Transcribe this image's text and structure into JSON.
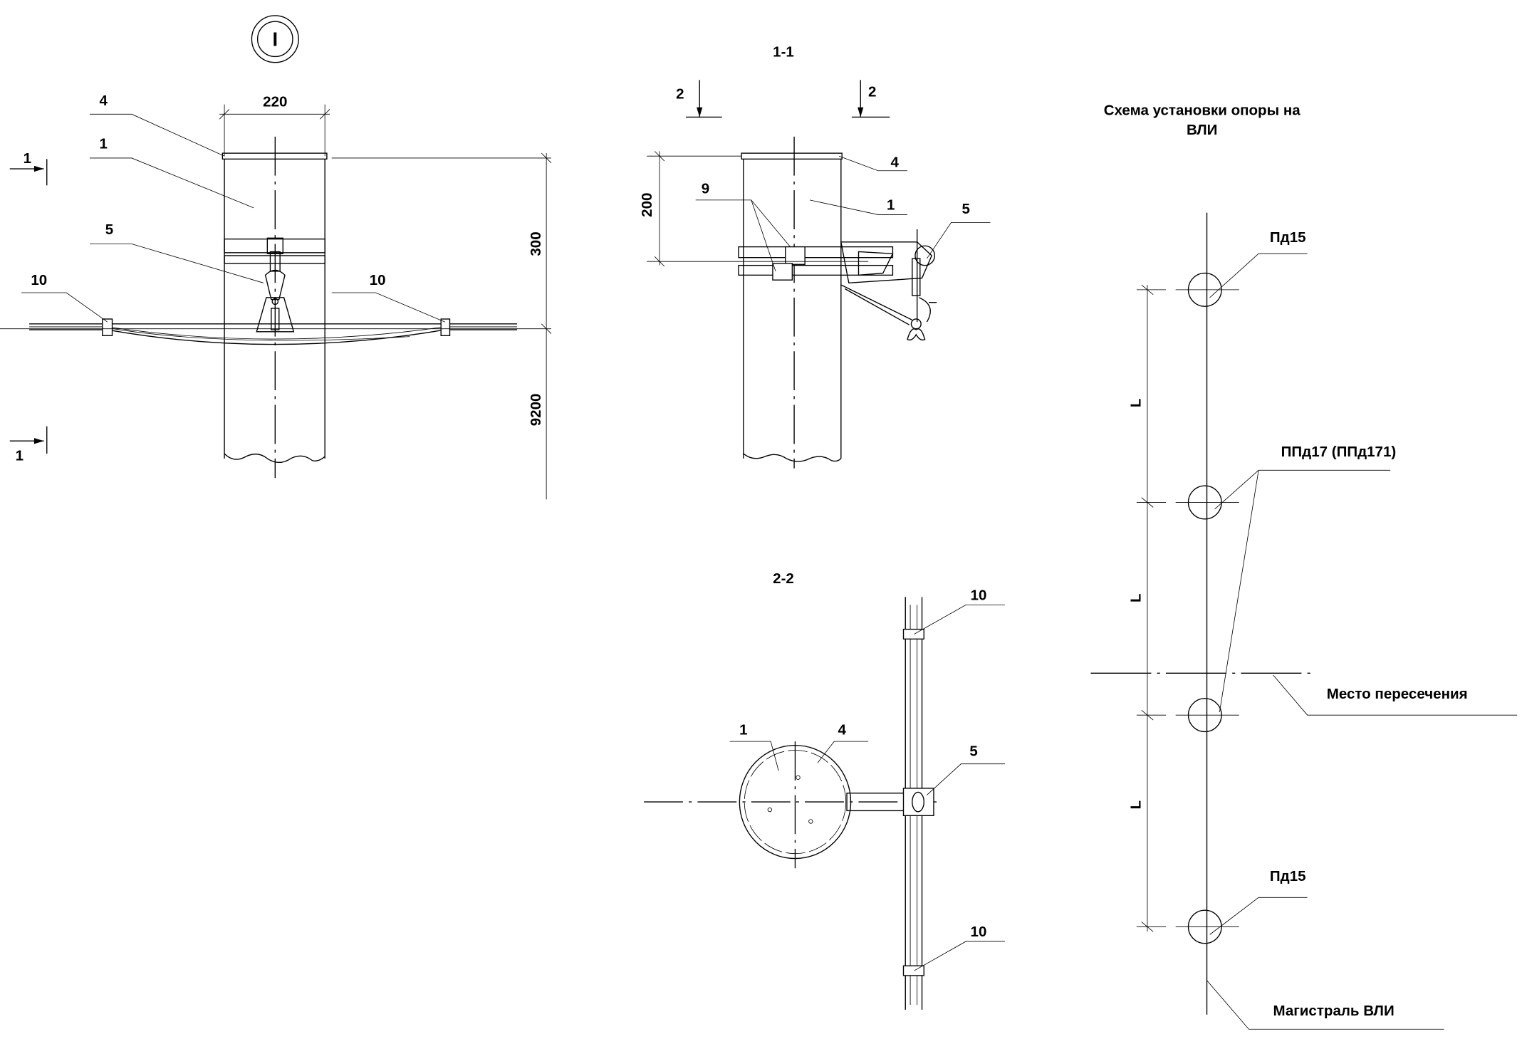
{
  "view_main": {
    "marker": "I",
    "dim_width": "220",
    "dim_top": "300",
    "dim_height": "9200",
    "section_mark_top": "1",
    "section_mark_bottom": "1",
    "labels": {
      "cap": "4",
      "pole": "1",
      "clamp": "5",
      "tie_left": "10",
      "tie_right": "10"
    }
  },
  "section_1_1": {
    "title": "1-1",
    "cut_left": "2",
    "cut_right": "2",
    "dim": "200",
    "labels": {
      "cap": "4",
      "pole": "1",
      "clamp": "5",
      "band": "9"
    }
  },
  "section_2_2": {
    "title": "2-2",
    "labels": {
      "pole": "1",
      "cap": "4",
      "clamp": "5",
      "tie_top": "10",
      "tie_bottom": "10"
    }
  },
  "scheme": {
    "title_line1": "Схема установки опоры на",
    "title_line2": "ВЛИ",
    "span_labels": [
      "L",
      "L",
      "L"
    ],
    "pole_top": "Пд15",
    "pole_mid": "ППд17 (ППд171)",
    "crossing": "Место пересечения",
    "pole_bottom": "Пд15",
    "mainline": "Магистраль ВЛИ"
  }
}
